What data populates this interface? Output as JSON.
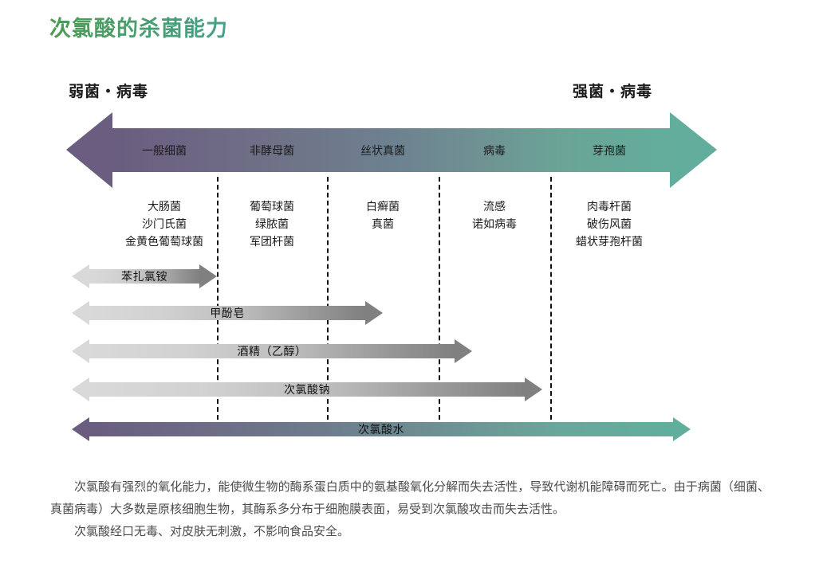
{
  "title": "次氯酸的杀菌能力",
  "scale": {
    "left_label": "弱菌・病毒",
    "right_label": "强菌・病毒",
    "categories": [
      {
        "name": "一般细菌"
      },
      {
        "name": "非酵母菌"
      },
      {
        "name": "丝状真菌"
      },
      {
        "name": "病毒"
      },
      {
        "name": "芽孢菌"
      }
    ]
  },
  "organisms": [
    {
      "items": "大肠菌\n沙门氏菌\n金黄色葡萄球菌",
      "l1": "大肠菌",
      "l2": "沙门氏菌",
      "l3": "金黄色葡萄球菌"
    },
    {
      "items": "葡萄球菌\n绿脓菌\n军团杆菌",
      "l1": "葡萄球菌",
      "l2": "绿脓菌",
      "l3": "军团杆菌"
    },
    {
      "items": "白癣菌\n真菌",
      "l1": "白癣菌",
      "l2": "真菌",
      "l3": ""
    },
    {
      "items": "流感\n诺如病毒",
      "l1": "流感",
      "l2": "诺如病毒",
      "l3": ""
    },
    {
      "items": "肉毒杆菌\n破伤风菌\n蜡状芽孢杆菌",
      "l1": "肉毒杆菌",
      "l2": "破伤风菌",
      "l3": "蜡状芽孢杆菌"
    }
  ],
  "agents": [
    {
      "label": "苯扎氯铵",
      "reach": "一般细菌"
    },
    {
      "label": "甲酚皂",
      "reach": "非酵母菌"
    },
    {
      "label": "酒精（乙醇）",
      "reach": "丝状真菌"
    },
    {
      "label": "次氯酸钠",
      "reach": "病毒"
    },
    {
      "label": "次氯酸水",
      "reach": "芽孢菌"
    }
  ],
  "body": {
    "p1": "次氯酸有强烈的氧化能力，能使微生物的酶系蛋白质中的氨基酸氧化分解而失去活性，导致代谢机能障碍而死亡。由于病菌（细菌、真菌病毒）大多数是原核细胞生物，其酶系多分布于细胞膜表面，易受到次氯酸攻击而失去活性。",
    "p2": "次氯酸经口无毒、对皮肤无刺激，不影响食品安全。"
  },
  "chart_data": {
    "type": "bar",
    "title": "次氯酸的杀菌能力",
    "categories": [
      "一般细菌",
      "非酵母菌",
      "丝状真菌",
      "病毒",
      "芽孢菌"
    ],
    "xlabel": "弱菌・病毒 → 强菌・病毒",
    "ylabel": "",
    "series": [
      {
        "name": "苯扎氯铵",
        "coverage_end_category": 1,
        "values": [
          1,
          0,
          0,
          0,
          0
        ]
      },
      {
        "name": "甲酚皂",
        "coverage_end_category": 2,
        "values": [
          1,
          1,
          0,
          0,
          0
        ]
      },
      {
        "name": "酒精（乙醇）",
        "coverage_end_category": 3,
        "values": [
          1,
          1,
          1,
          0,
          0
        ]
      },
      {
        "name": "次氯酸钠",
        "coverage_end_category": 4,
        "values": [
          1,
          1,
          1,
          1,
          0
        ]
      },
      {
        "name": "次氯酸水",
        "coverage_end_category": 5,
        "values": [
          1,
          1,
          1,
          1,
          1
        ]
      }
    ],
    "legend": "none",
    "grid": false
  },
  "colors": {
    "title_gradient_start": "#4e9a54",
    "title_gradient_end": "#45a08a",
    "spectrum_weak": "#6a5d7f",
    "spectrum_strong": "#63ad9c",
    "agent_gray_light": "#d9d9d9",
    "agent_gray_dark": "#808080",
    "divider": "#111111",
    "body_text": "#4b4b4b"
  }
}
